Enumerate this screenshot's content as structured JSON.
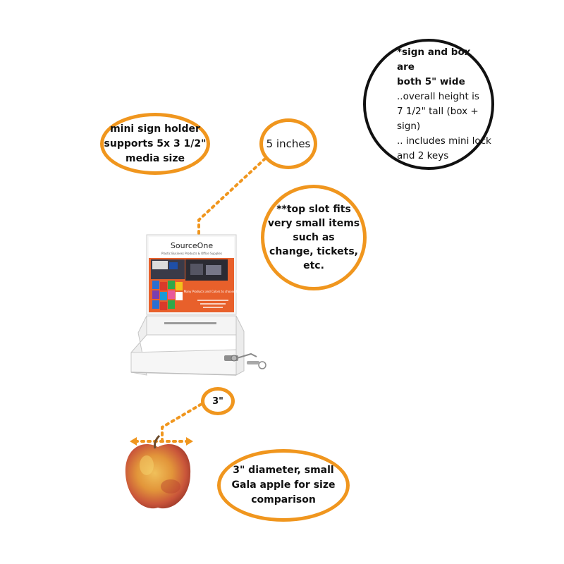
{
  "callouts": {
    "sign_holder": [
      "mini sign holder",
      "supports 5x 3 1/2\"",
      "media size"
    ],
    "width_label": "5 inches",
    "dimensions": [
      "*sign and box are",
      "both 5\" wide",
      "..overall height is",
      "7 1/2\" tall (box +",
      "sign)",
      ".. includes mini lock",
      "and 2 keys"
    ],
    "top_slot": [
      "**top slot fits",
      "very small items",
      "such as",
      "change, tickets,",
      "etc."
    ],
    "apple_width_label": "3\"",
    "apple": [
      "3\" diameter, small",
      "Gala apple for size",
      "comparison"
    ]
  },
  "sign": {
    "brand": "SourceOne",
    "tagline": "Plastic Business Products & Office Supplies",
    "promo": "Many Products and Colors to choose from!"
  },
  "colors": {
    "accent_orange": "#f0961e",
    "outline_black": "#111111"
  }
}
